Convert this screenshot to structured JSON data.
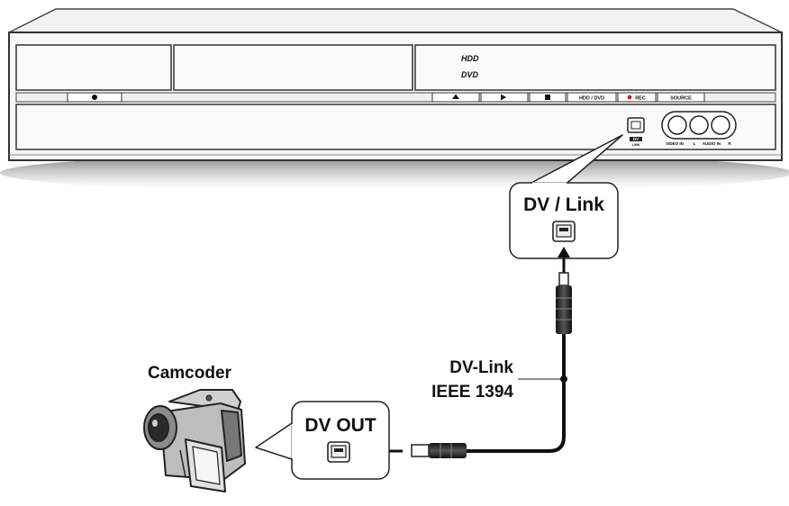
{
  "recorder": {
    "logo_hdd": "HDD",
    "logo_dvd": "DVD",
    "btn_hdd_dvd": "HDD / DVD",
    "btn_rec": "REC",
    "btn_source": "SOURCE",
    "dv_port_label": "DV",
    "dv_port_sublabel": "LINK",
    "jack_label_video": "VIDEO IN",
    "jack_label_l": "L",
    "jack_label_audio": "AUDIO IN",
    "jack_label_r": "R"
  },
  "callout_dv_link": {
    "title": "DV / Link"
  },
  "callout_dv_out": {
    "title": "DV OUT"
  },
  "cable_label": {
    "line1": "DV-Link",
    "line2": "IEEE 1394"
  },
  "camcorder": {
    "label": "Camcoder"
  }
}
